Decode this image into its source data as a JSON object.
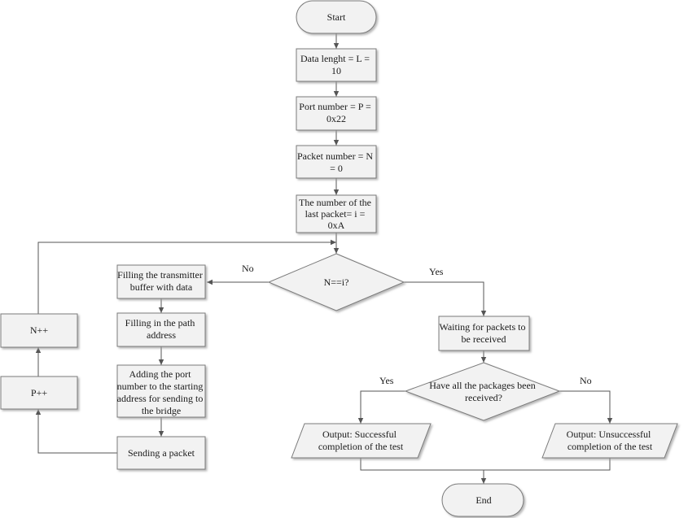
{
  "nodes": {
    "start": "Start",
    "data_length": [
      "Data lenght = L =",
      "10"
    ],
    "port_number": [
      "Port number = P =",
      "0x22"
    ],
    "packet_number": [
      "Packet number = N",
      "= 0"
    ],
    "last_packet": [
      "The number of the",
      "last packet= i =",
      "0xA"
    ],
    "decision_n_eq_i": "N==i?",
    "fill_buffer": [
      "Filling the transmitter",
      "buffer with data"
    ],
    "fill_path": [
      "Filling in the path",
      "address"
    ],
    "add_port": [
      "Adding the port",
      "number to the starting",
      "address for sending to",
      "the bridge"
    ],
    "send_packet": "Sending a packet",
    "p_increment": "P++",
    "n_increment": "N++",
    "waiting": [
      "Waiting for packets to",
      "be received"
    ],
    "decision_all_received": [
      "Have all the packages been",
      "received?"
    ],
    "output_success": [
      "Output: Successful",
      "completion of the test"
    ],
    "output_fail": [
      "Output: Unsuccessful",
      "completion of the test"
    ],
    "end": "End"
  },
  "labels": {
    "no_left": "No",
    "yes_right": "Yes",
    "yes_left": "Yes",
    "no_right": "No"
  }
}
